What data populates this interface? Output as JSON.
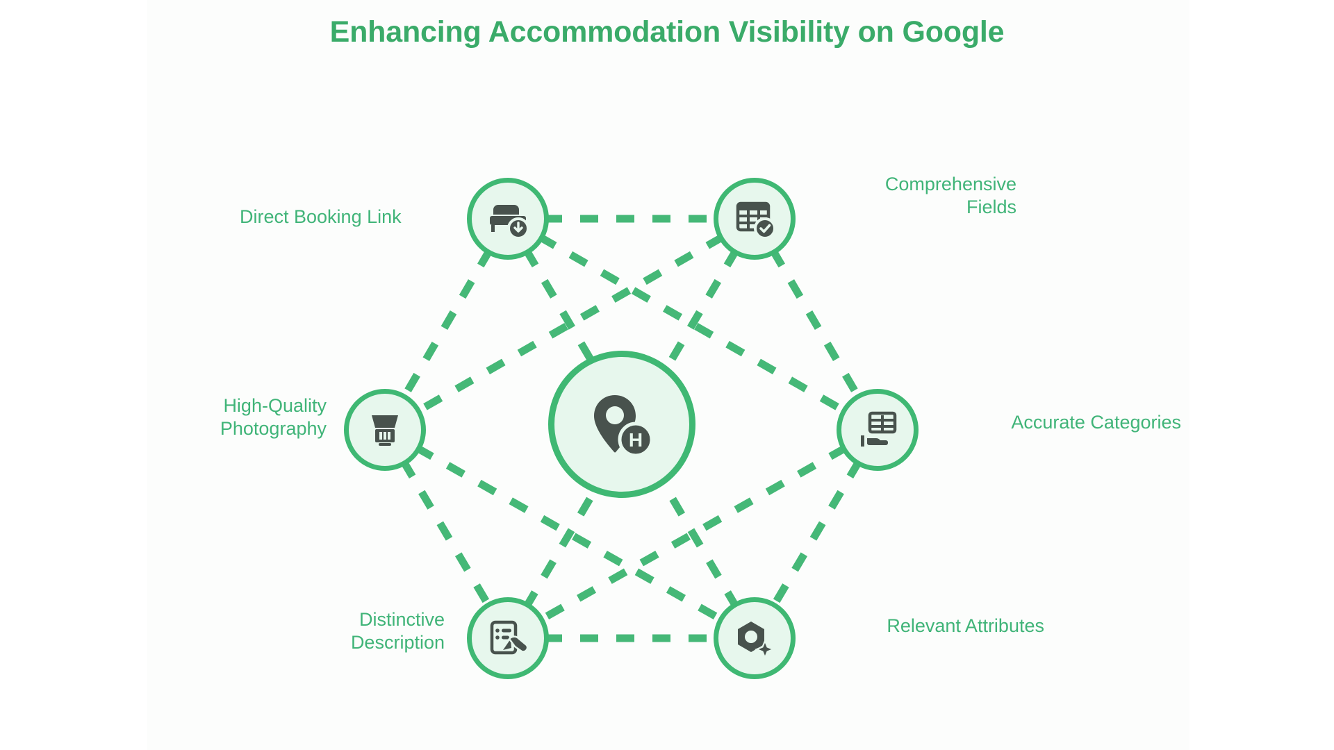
{
  "page": {
    "title": "Enhancing Accommodation Visibility on Google",
    "background_color": "#ffffff",
    "panel_color": "#fcfdfc"
  },
  "theme": {
    "accent_green": "#3fb873",
    "text_green": "#40b478",
    "title_green": "#3aab69",
    "icon_fill_light": "#e7f7ed",
    "icon_glyph_dark": "#48524d",
    "dash_color": "#45b877"
  },
  "hub": {
    "icon_name": "map-pin-hotel-icon",
    "description": "Map location pin with circular H hotel badge"
  },
  "nodes": [
    {
      "id": "booking",
      "label": "Direct Booking Link",
      "icon_name": "bed-download-icon",
      "label_align": "right"
    },
    {
      "id": "fields",
      "label": "Comprehensive\nFields",
      "icon_name": "table-check-icon",
      "label_align": "left"
    },
    {
      "id": "photography",
      "label": "High-Quality\nPhotography",
      "icon_name": "camera-lens-icon",
      "label_align": "right"
    },
    {
      "id": "categories",
      "label": "Accurate Categories",
      "icon_name": "grid-bed-icon",
      "label_align": "left"
    },
    {
      "id": "description",
      "label": "Distinctive\nDescription",
      "icon_name": "document-hand-write-icon",
      "label_align": "right"
    },
    {
      "id": "attributes",
      "label": "Relevant Attributes",
      "icon_name": "hex-nut-sparkle-icon",
      "label_align": "left"
    }
  ]
}
